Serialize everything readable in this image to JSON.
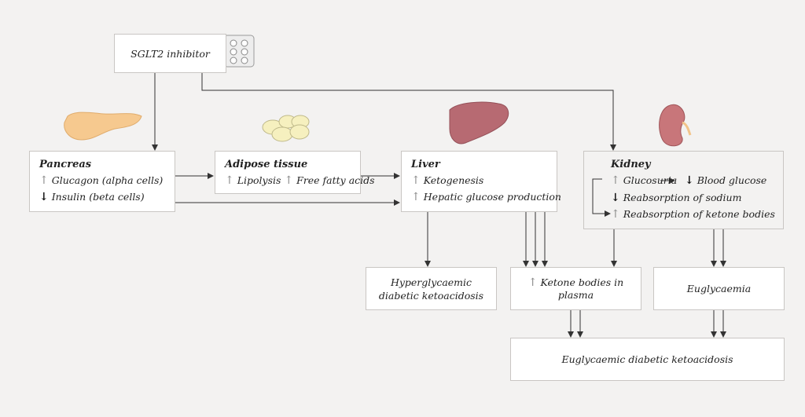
{
  "sglt2": {
    "label": "SGLT2 inhibitor"
  },
  "pancreas": {
    "title": "Pancreas",
    "line1": "Glucagon (alpha cells)",
    "line2": "Insulin (beta cells)"
  },
  "adipose": {
    "title": "Adipose tissue",
    "item1": "Lipolysis",
    "item2": "Free fatty acids"
  },
  "liver": {
    "title": "Liver",
    "line1": "Ketogenesis",
    "line2": "Hepatic glucose production"
  },
  "kidney": {
    "title": "Kidney",
    "line1a": "Glucosuria",
    "line1b": "Blood glucose",
    "line2": "Reabsorption of sodium",
    "line3": "Reabsorption of ketone bodies"
  },
  "outcomes": {
    "hyper_dka": "Hyperglycaemic diabetic ketoacidosis",
    "ketone_plasma": "Ketone bodies in plasma",
    "euglycaemia": "Euglycaemia",
    "eu_dka": "Euglycaemic diabetic ketoacidosis"
  },
  "symbols": {
    "up": "↑",
    "down": "↓"
  },
  "colors": {
    "background": "#f3f2f1",
    "pancreas": "#f6c98f",
    "adipose": "#f6f0bf",
    "liver": "#b76a72",
    "kidney": "#c8767a",
    "arrow": "#333333",
    "border": "#c9c6c3"
  }
}
